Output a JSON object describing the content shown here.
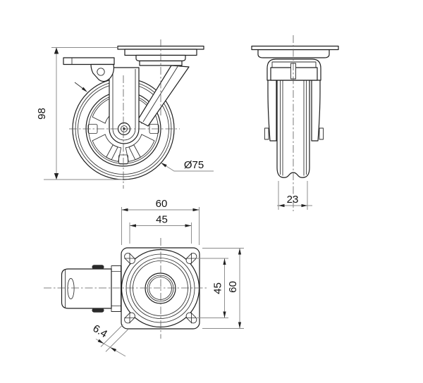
{
  "drawing": {
    "background": "#ffffff",
    "line_color": "#1f1f1f",
    "dim_line_color": "#8a8a8a",
    "text_color": "#111111",
    "views": {
      "front": {
        "label": "front-view-swivel-caster-with-brake",
        "dim_height": "98",
        "dim_wheel_diameter": "Ø75"
      },
      "side": {
        "label": "side-view-caster",
        "dim_wheel_width": "23"
      },
      "top": {
        "label": "top-view-mounting-plate",
        "dim_plate_width": "60",
        "dim_bolt_pitch_x": "45",
        "dim_bolt_pitch_y": "45",
        "dim_plate_depth": "60",
        "dim_bolt_hole": "6.4"
      }
    }
  }
}
